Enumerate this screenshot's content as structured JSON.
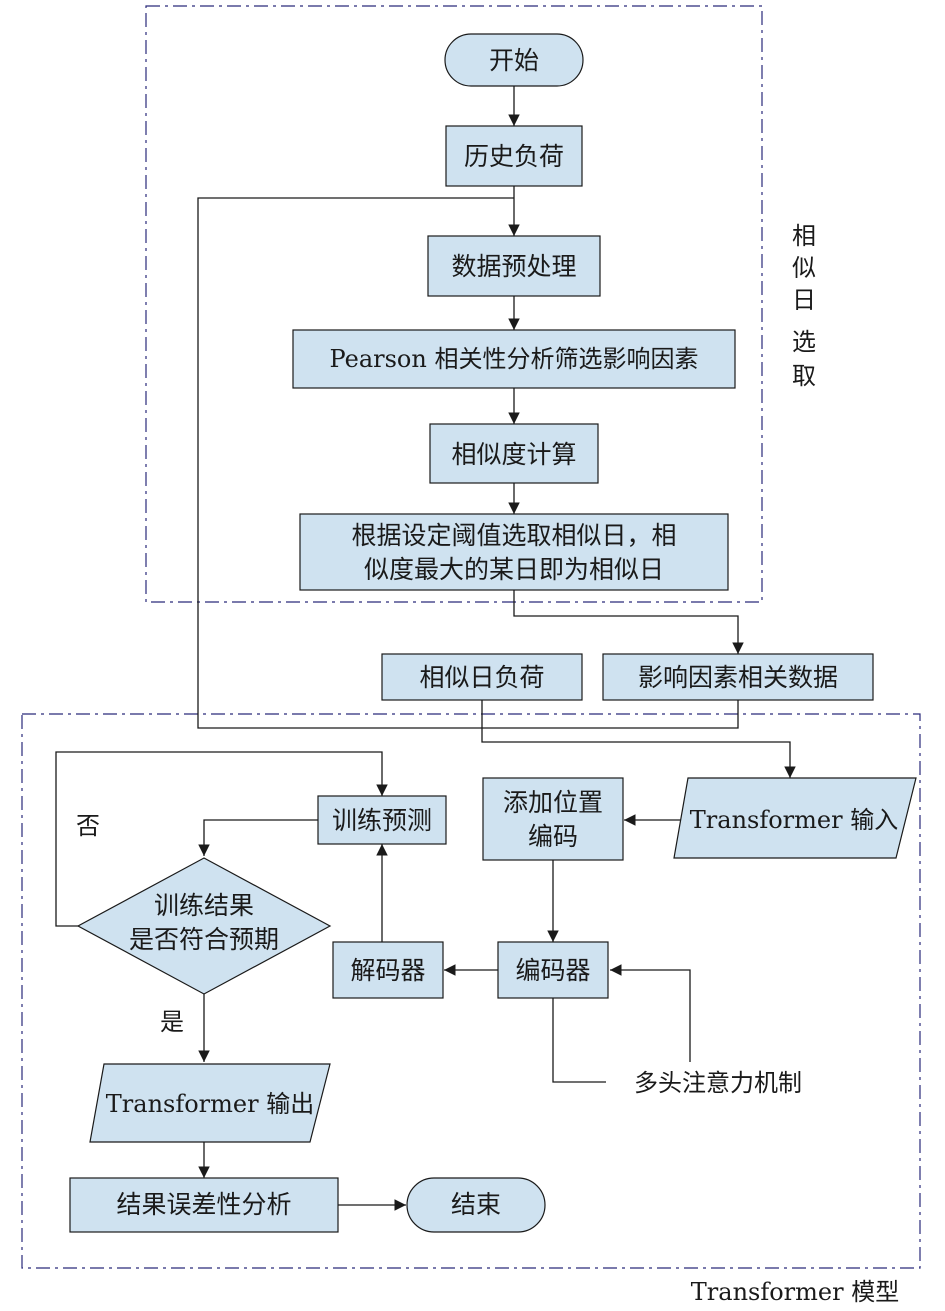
{
  "groups": {
    "similar_day": {
      "label_chars": [
        "相",
        "似",
        "日",
        "选",
        "取"
      ]
    },
    "transformer": {
      "label": "Transformer 模型"
    }
  },
  "nodes": {
    "start": "开始",
    "history_load": "历史负荷",
    "preprocess": "数据预处理",
    "pearson": "Pearson 相关性分析筛选影响因素",
    "similarity": "相似度计算",
    "threshold_line1": "根据设定阈值选取相似日，相",
    "threshold_line2": "似度最大的某日即为相似日",
    "similar_day_load": "相似日负荷",
    "factor_data": "影响因素相关数据",
    "transformer_input": "Transformer 输入",
    "pos_encoding_line1": "添加位置",
    "pos_encoding_line2": "编码",
    "train_predict": "训练预测",
    "decision_line1": "训练结果",
    "decision_line2": "是否符合预期",
    "encoder": "编码器",
    "decoder": "解码器",
    "multi_head": "多头注意力机制",
    "transformer_output": "Transformer 输出",
    "error_analysis": "结果误差性分析",
    "end": "结束"
  },
  "edge_labels": {
    "no": "否",
    "yes": "是"
  },
  "colors": {
    "node_fill": "#cfe2f0",
    "frame": "#2a2a7a",
    "line": "#1a1a1a"
  }
}
